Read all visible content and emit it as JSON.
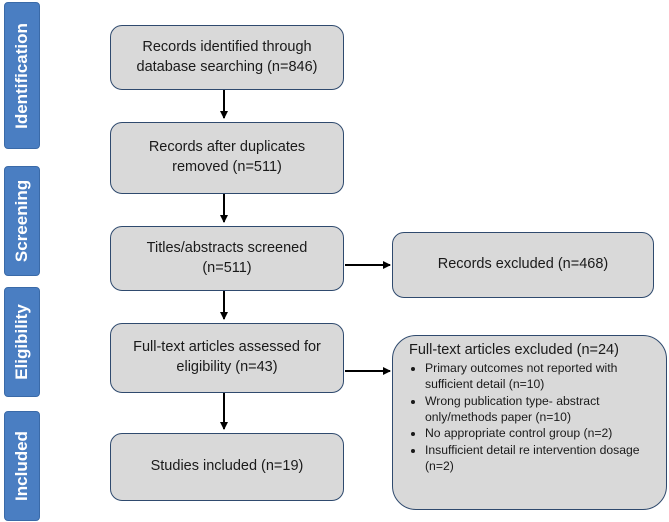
{
  "stages": {
    "identification": "Identification",
    "screening": "Screening",
    "eligibility": "Eligibility",
    "included": "Included"
  },
  "boxes": {
    "identified": "Records identified through\ndatabase searching (n=846)",
    "after_duplicates": "Records after duplicates\nremoved (n=511)",
    "screened": "Titles/abstracts screened\n(n=511)",
    "excluded_records": "Records excluded (n=468)",
    "full_text": "Full-text articles assessed for\neligibility (n=43)",
    "included": "Studies included (n=19)"
  },
  "full_text_excluded": {
    "title": "Full-text articles excluded (n=24)",
    "reasons": [
      "Primary outcomes not reported with sufficient detail (n=10)",
      "Wrong publication type- abstract only/methods paper (n=10)",
      "No appropriate control group (n=2)",
      "Insufficient detail re intervention dosage (n=2)"
    ]
  }
}
